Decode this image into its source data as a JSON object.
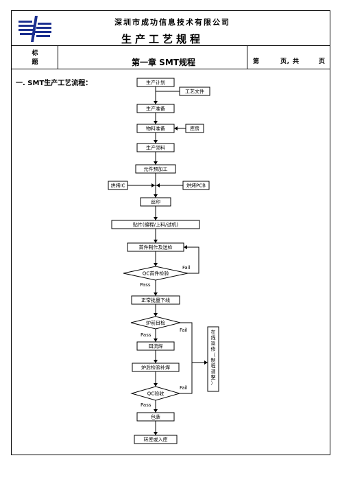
{
  "header": {
    "company": "深圳市成功信息技术有限公司",
    "doc_title": "生产工艺规程",
    "title_label": "标\n题",
    "chapter": "第一章 SMT规程",
    "page_prefix": "第",
    "page_mid": "页，共",
    "page_suffix": "页"
  },
  "section_heading": "一. SMT生产工艺流程：",
  "flow": {
    "steps": [
      "生产计划",
      "生产准备",
      "物料准备",
      "生产领料",
      "元件预加工",
      "丝印",
      "贴片(编程/上料/试机)",
      "首件制作及送检",
      "QC首件检验",
      "正常批量下线",
      "炉前目检",
      "回流焊",
      "炉后检验补焊",
      "QC验收",
      "包装",
      "转库或入库"
    ],
    "side_boxes": {
      "process_file": "工艺文件",
      "warehouse": "库房",
      "bake_ic": "烘烤IC",
      "bake_pcb": "烘烤PCB",
      "rework": "在线返修（制程调整）"
    },
    "labels": {
      "fail": "Fail",
      "pass": "Pass"
    }
  },
  "colors": {
    "logo_blue": "#1b2f8f",
    "border": "#000000"
  }
}
